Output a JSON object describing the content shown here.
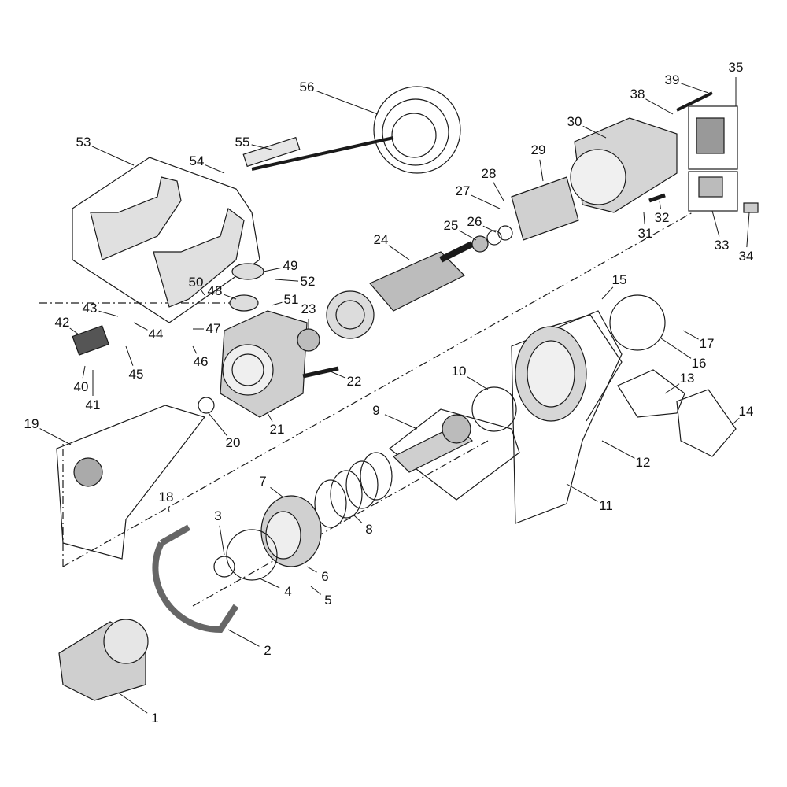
{
  "title": "Exploded parts diagram",
  "part_numbers": [
    "1",
    "2",
    "3",
    "4",
    "5",
    "6",
    "7",
    "8",
    "9",
    "10",
    "11",
    "12",
    "13",
    "14",
    "15",
    "16",
    "17",
    "18",
    "19",
    "20",
    "21",
    "22",
    "23",
    "24",
    "25",
    "26",
    "27",
    "28",
    "29",
    "30",
    "31",
    "32",
    "33",
    "34",
    "35",
    "38",
    "39",
    "40",
    "41",
    "42",
    "43",
    "44",
    "45",
    "46",
    "47",
    "48",
    "49",
    "50",
    "51",
    "52",
    "53",
    "54",
    "55",
    "56"
  ],
  "colors": {
    "line": "#1a1a1a",
    "fill": "#d8d8d8",
    "dark": "#555555"
  }
}
